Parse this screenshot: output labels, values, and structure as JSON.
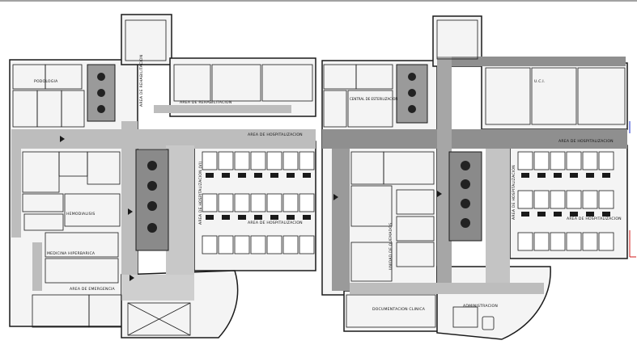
{
  "drawing": {
    "colors": {
      "background": "#ffffff",
      "corridor": "#bdbdbd",
      "wall": "#1a1a1a",
      "room_fill": "#f4f4f4",
      "planter": "#8a8a8a",
      "accent_red": "#d01818",
      "accent_blue": "#1a2fd0"
    },
    "left_plan": {
      "labels": {
        "podologia": "PODOLOGIA",
        "rehabilitacion_vertical": "AREA DE REHABILITACION",
        "area_rehabilitacion": "AREA DE REHABILITACION",
        "hospitalizacion_top": "AREA DE HOSPITALIZACION",
        "hospitalizacion_vertical": "AREA DE HOSPITALIZACION (VI)",
        "hospitalizacion_bottom": "AREA DE HOSPITALIZACION",
        "hemodialisis": "HEMODIALISIS",
        "medicina_hiperbarica": "MEDICINA HIPERBARICA",
        "area_emergencia": "AREA DE EMERGENCIA"
      }
    },
    "right_plan": {
      "labels": {
        "central_esterilizacion": "CENTRAL DE ESTERILIZACION",
        "uci": "U.C.I.",
        "hospitalizacion_top": "AREA DE HOSPITALIZACION",
        "hospitalizacion_vertical": "AREA DE HOSPITALIZACION",
        "hospitalizacion_bottom": "AREA DE HOSPITALIZACION",
        "unidad_quemados": "UNIDAD DE QUEMADOS",
        "documentacion_clinica": "DOCUMENTACION CLINICA",
        "administracion": "ADMINISTRACION"
      }
    }
  }
}
